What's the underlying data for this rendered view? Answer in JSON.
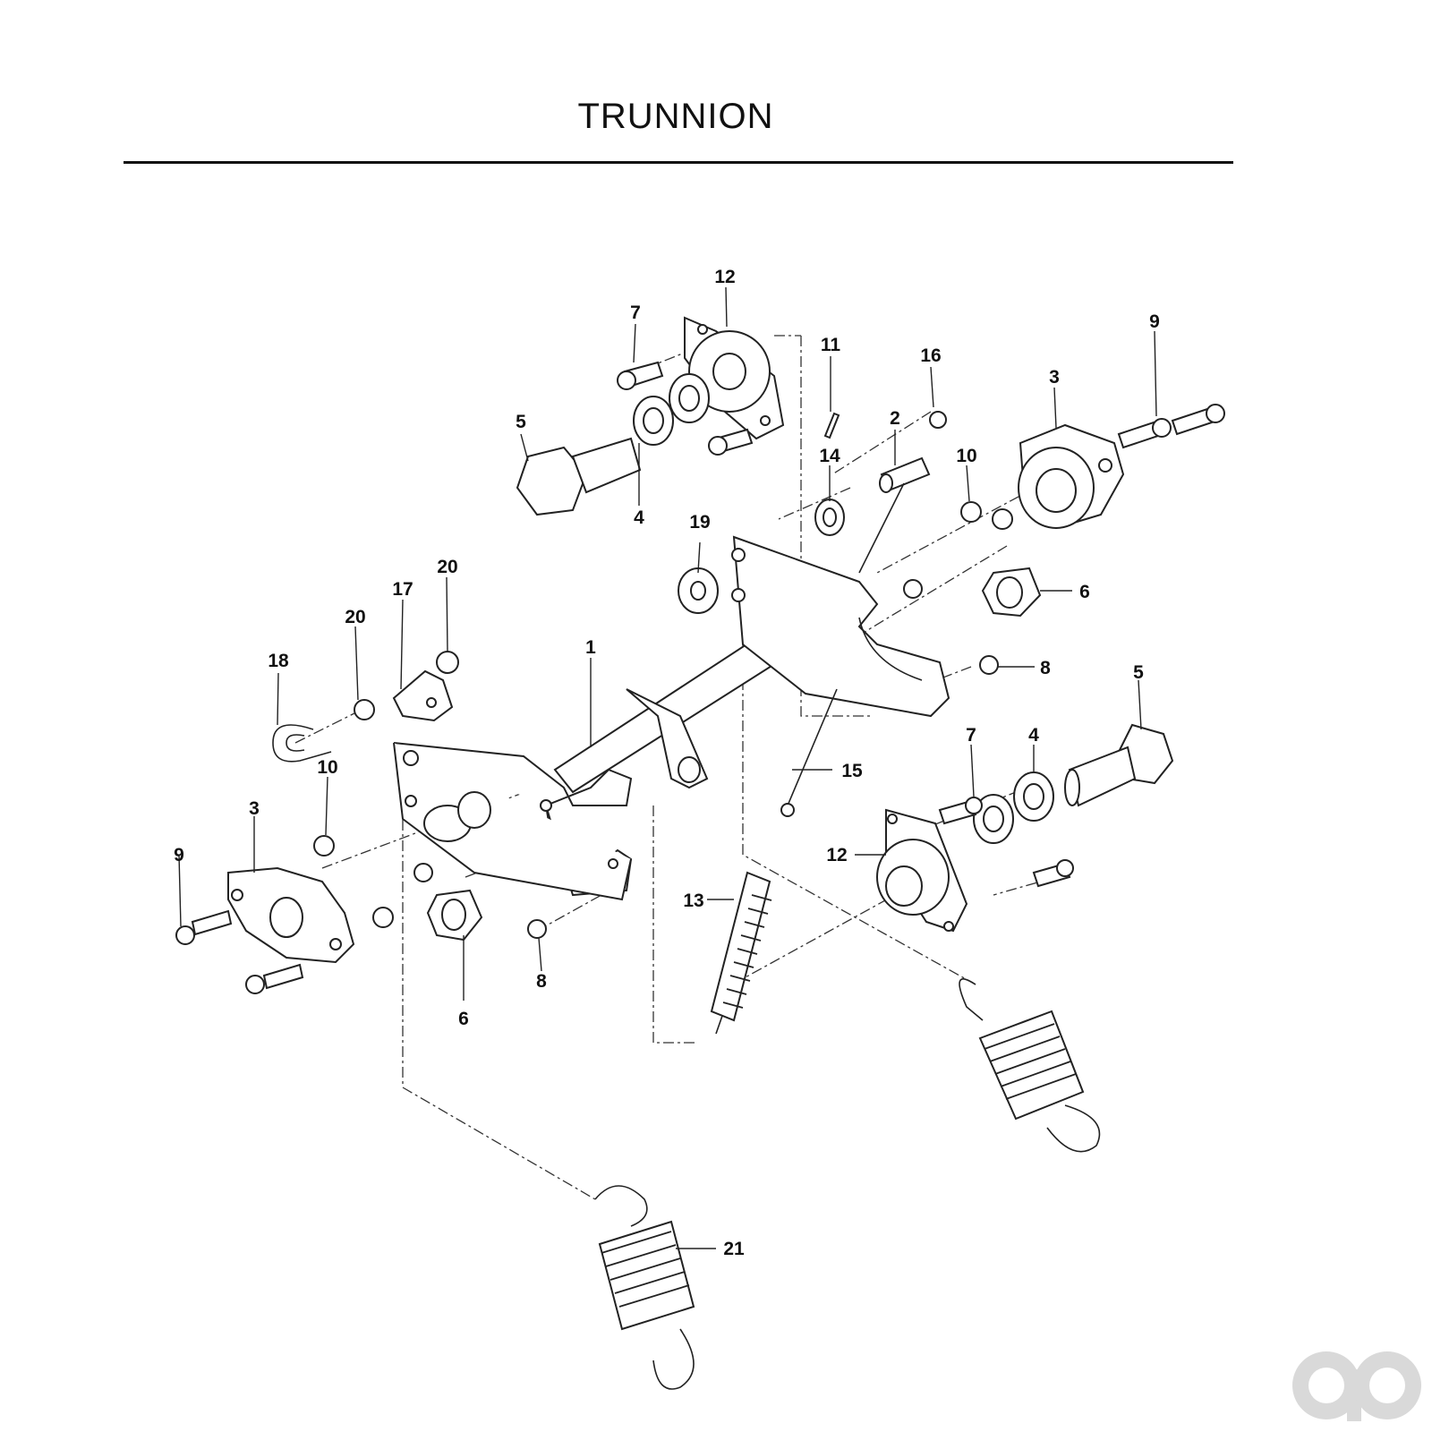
{
  "title": "TRUNNION",
  "callouts": [
    {
      "id": "c12a",
      "text": "12"
    },
    {
      "id": "c7a",
      "text": "7"
    },
    {
      "id": "c5a",
      "text": "5"
    },
    {
      "id": "c4a",
      "text": "4"
    },
    {
      "id": "c11",
      "text": "11"
    },
    {
      "id": "c16",
      "text": "16"
    },
    {
      "id": "c2",
      "text": "2"
    },
    {
      "id": "c14",
      "text": "14"
    },
    {
      "id": "c10a",
      "text": "10"
    },
    {
      "id": "c3a",
      "text": "3"
    },
    {
      "id": "c9a",
      "text": "9"
    },
    {
      "id": "c19",
      "text": "19"
    },
    {
      "id": "c6a",
      "text": "6"
    },
    {
      "id": "c8a",
      "text": "8"
    },
    {
      "id": "c5b",
      "text": "5"
    },
    {
      "id": "c20a",
      "text": "20"
    },
    {
      "id": "c17",
      "text": "17"
    },
    {
      "id": "c20b",
      "text": "20"
    },
    {
      "id": "c18",
      "text": "18"
    },
    {
      "id": "c1",
      "text": "1"
    },
    {
      "id": "c15",
      "text": "15"
    },
    {
      "id": "c7b",
      "text": "7"
    },
    {
      "id": "c4b",
      "text": "4"
    },
    {
      "id": "c12b",
      "text": "12"
    },
    {
      "id": "c10b",
      "text": "10"
    },
    {
      "id": "c3b",
      "text": "3"
    },
    {
      "id": "c9b",
      "text": "9"
    },
    {
      "id": "c13",
      "text": "13"
    },
    {
      "id": "c6b",
      "text": "6"
    },
    {
      "id": "c8b",
      "text": "8"
    },
    {
      "id": "c21",
      "text": "21"
    }
  ]
}
